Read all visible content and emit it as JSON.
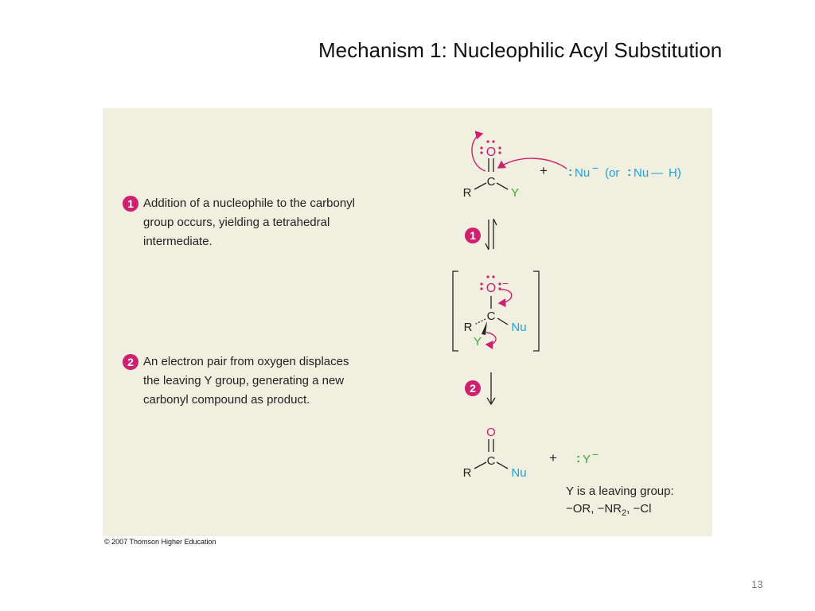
{
  "slide": {
    "title": "Mechanism 1:  Nucleophilic Acyl Substitution",
    "page_number": "13"
  },
  "steps": [
    {
      "number": "1",
      "lines": [
        "Addition of a nucleophile to the carbonyl",
        "group occurs, yielding a tetrahedral",
        "intermediate."
      ]
    },
    {
      "number": "2",
      "lines": [
        "An electron pair from oxygen displaces",
        "the leaving Y group, generating a new",
        "carbonyl compound as product."
      ]
    }
  ],
  "mechanism": {
    "reactant": {
      "oxygen": "O",
      "carbon": "C",
      "r_group": "R",
      "y_group": "Y"
    },
    "plus": "+",
    "nucleophile": {
      "dots": ":",
      "nu": "Nu",
      "charge": "−",
      "alt_open": "(or ",
      "alt_dots": ":",
      "alt_nu": "Nu",
      "alt_bond": "—",
      "alt_h": "H)"
    },
    "intermediate": {
      "oxygen": "O",
      "oxygen_charge": "−",
      "carbon": "C",
      "r_group": "R",
      "nu_group": "Nu",
      "y_group": "Y"
    },
    "product": {
      "oxygen": "O",
      "carbon": "C",
      "r_group": "R",
      "nu_group": "Nu"
    },
    "byproduct": {
      "dots": ":",
      "y": "Y",
      "charge": "−"
    },
    "leaving_group_note": {
      "line1": "Y is a leaving group:",
      "line2_prefix": "−OR, −NR",
      "line2_sub": "2",
      "line2_suffix": ", −Cl"
    }
  },
  "colors": {
    "magenta": "#cf1f6f",
    "cyan": "#1aa3dd",
    "green": "#3aaa35",
    "panel_bg": "#f1efdf"
  },
  "copyright": "© 2007 Thomson Higher Education"
}
